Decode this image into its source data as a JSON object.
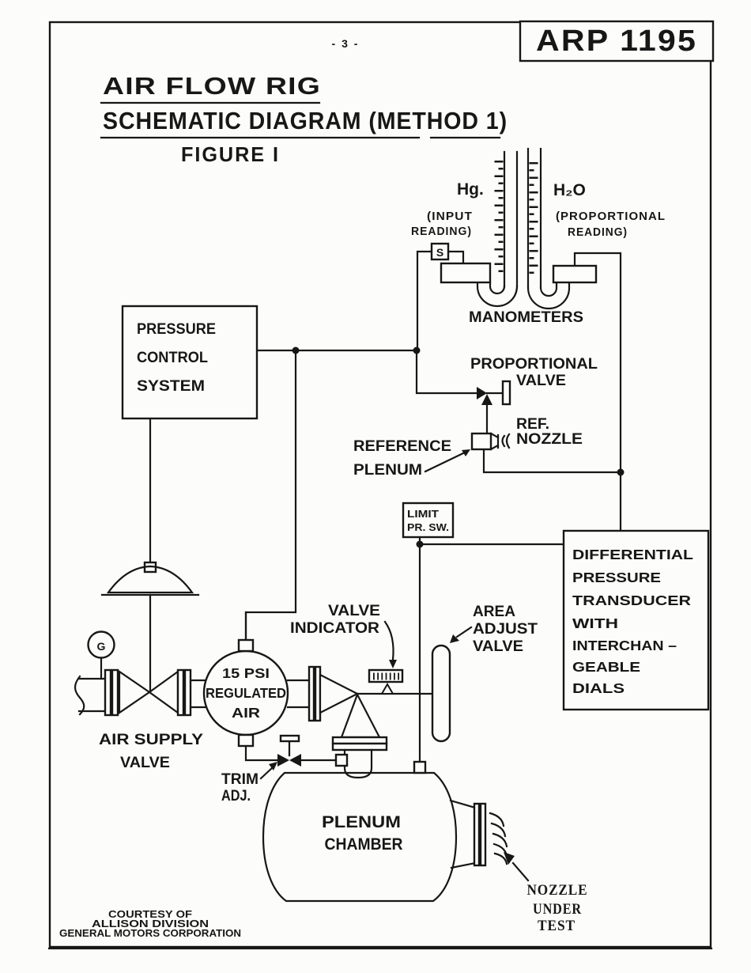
{
  "page": {
    "number": "- 3 -",
    "doc_code": "ARP 1195",
    "title_line_1": "AIR FLOW RIG",
    "title_line_2": "SCHEMATIC DIAGRAM (METHOD 1)",
    "figure": "FIGURE I",
    "courtesy_line_1": "COURTESY OF",
    "courtesy_line_2": "ALLISON DIVISION",
    "courtesy_line_3": "GENERAL MOTORS CORPORATION"
  },
  "diagram": {
    "manometers": {
      "left_fluid": "Hg.",
      "right_fluid": "H₂O",
      "left_note_1": "(INPUT",
      "left_note_2": "READING)",
      "right_note_1": "(PROPORTIONAL",
      "right_note_2": "READING)",
      "caption": "MANOMETERS",
      "sensor_marker": "S"
    },
    "proportional_valve_1": "PROPORTIONAL",
    "proportional_valve_2": "VALVE",
    "ref_nozzle_1": "REF.",
    "ref_nozzle_2": "NOZZLE",
    "reference_plenum_1": "REFERENCE",
    "reference_plenum_2": "PLENUM",
    "pressure_control_1": "PRESSURE",
    "pressure_control_2": "CONTROL",
    "pressure_control_3": "SYSTEM",
    "limit_switch_1": "LIMIT",
    "limit_switch_2": "PR. SW.",
    "transducer_1": "DIFFERENTIAL",
    "transducer_2": "PRESSURE",
    "transducer_3": "TRANSDUCER",
    "transducer_4": "WITH",
    "transducer_5": "INTERCHAN –",
    "transducer_6": "GEABLE",
    "transducer_7": "DIALS",
    "valve_indicator_1": "VALVE",
    "valve_indicator_2": "INDICATOR",
    "area_adjust_1": "AREA",
    "area_adjust_2": "ADJUST",
    "area_adjust_3": "VALVE",
    "regulated_air_1": "15 PSI",
    "regulated_air_2": "REGULATED",
    "regulated_air_3": "AIR",
    "gauge_marker": "G",
    "air_supply_1": "AIR SUPPLY",
    "air_supply_2": "VALVE",
    "trim_1": "TRIM",
    "trim_2": "ADJ.",
    "plenum_1": "PLENUM",
    "plenum_2": "CHAMBER",
    "nozzle_test_1": "NOZZLE",
    "nozzle_test_2": "UNDER",
    "nozzle_test_3": "TEST"
  }
}
